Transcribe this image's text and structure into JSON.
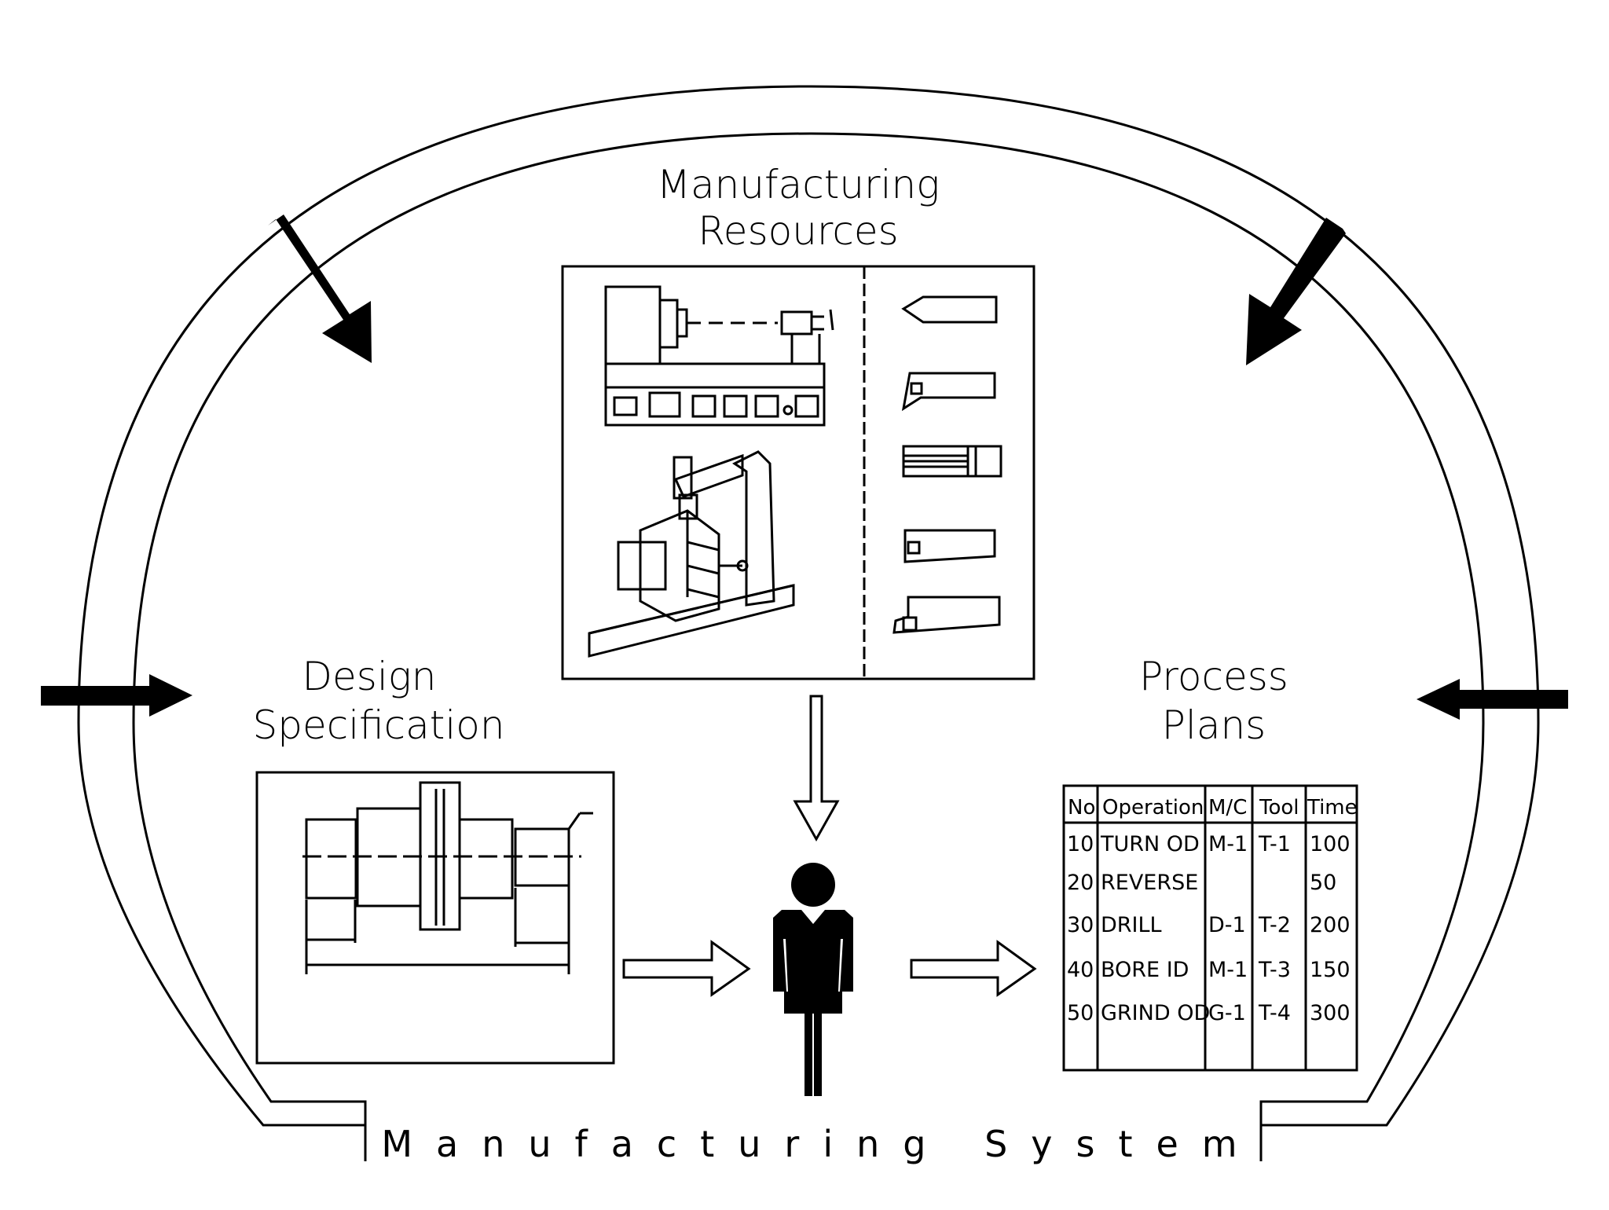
{
  "diagram": {
    "resources_heading": {
      "line1": "Manufacturing",
      "line2": "Resources"
    },
    "design_heading": {
      "line1": "Design",
      "line2": "Specification"
    },
    "plans_heading": {
      "line1": "Process",
      "line2": "Plans"
    },
    "system_label": "Manufacturing System",
    "process_table": {
      "columns": [
        "No",
        "Operation",
        "M/C",
        "Tool",
        "Time"
      ],
      "rows": [
        [
          "10",
          "TURN OD",
          "M-1",
          "T-1",
          "100"
        ],
        [
          "20",
          "REVERSE",
          "",
          "",
          "50"
        ],
        [
          "30",
          "DRILL",
          "D-1",
          "T-2",
          "200"
        ],
        [
          "40",
          "BORE ID",
          "M-1",
          "T-3",
          "150"
        ],
        [
          "50",
          "GRIND OD",
          "G-1",
          "T-4",
          "300"
        ]
      ]
    }
  }
}
